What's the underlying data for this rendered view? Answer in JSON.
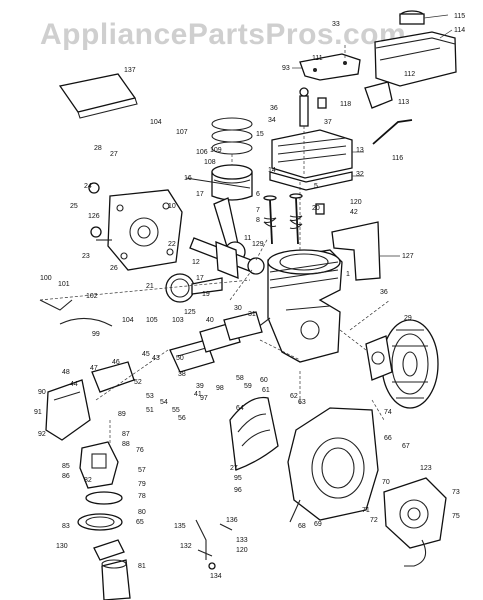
{
  "watermark": "AppliancePartsPros.com",
  "part_labels": [
    {
      "id": "p115",
      "text": "115"
    },
    {
      "id": "p114",
      "text": "114"
    },
    {
      "id": "p33",
      "text": "33"
    },
    {
      "id": "p137",
      "text": "137"
    },
    {
      "id": "p93",
      "text": "93"
    },
    {
      "id": "p111",
      "text": "111"
    },
    {
      "id": "p112",
      "text": "112"
    },
    {
      "id": "p113",
      "text": "113"
    },
    {
      "id": "p36",
      "text": "36"
    },
    {
      "id": "p118",
      "text": "118"
    },
    {
      "id": "p37",
      "text": "37"
    },
    {
      "id": "p34",
      "text": "34"
    },
    {
      "id": "p15",
      "text": "15"
    },
    {
      "id": "p104",
      "text": "104"
    },
    {
      "id": "p107",
      "text": "107"
    },
    {
      "id": "p28",
      "text": "28"
    },
    {
      "id": "p27",
      "text": "27"
    },
    {
      "id": "p106",
      "text": "106"
    },
    {
      "id": "p109",
      "text": "109"
    },
    {
      "id": "p108",
      "text": "108"
    },
    {
      "id": "p14",
      "text": "14"
    },
    {
      "id": "p13",
      "text": "13"
    },
    {
      "id": "p32",
      "text": "32"
    },
    {
      "id": "p116",
      "text": "116"
    },
    {
      "id": "p24",
      "text": "24"
    },
    {
      "id": "p17",
      "text": "17"
    },
    {
      "id": "p16",
      "text": "16"
    },
    {
      "id": "p6",
      "text": "6"
    },
    {
      "id": "p5",
      "text": "5"
    },
    {
      "id": "p120",
      "text": "120"
    },
    {
      "id": "p42",
      "text": "42"
    },
    {
      "id": "p25",
      "text": "25"
    },
    {
      "id": "p126",
      "text": "126"
    },
    {
      "id": "p7",
      "text": "7"
    },
    {
      "id": "p8",
      "text": "8"
    },
    {
      "id": "p20",
      "text": "20"
    },
    {
      "id": "p10",
      "text": "10"
    },
    {
      "id": "p11",
      "text": "11"
    },
    {
      "id": "p129",
      "text": "129"
    },
    {
      "id": "p127",
      "text": "127"
    },
    {
      "id": "p23",
      "text": "23"
    },
    {
      "id": "p22",
      "text": "22"
    },
    {
      "id": "p26",
      "text": "26"
    },
    {
      "id": "p12",
      "text": "12"
    },
    {
      "id": "p1",
      "text": "1"
    },
    {
      "id": "p100",
      "text": "100"
    },
    {
      "id": "p101",
      "text": "101"
    },
    {
      "id": "p102",
      "text": "102"
    },
    {
      "id": "p21",
      "text": "21"
    },
    {
      "id": "p17b",
      "text": "17"
    },
    {
      "id": "p19",
      "text": "19"
    },
    {
      "id": "p30",
      "text": "30"
    },
    {
      "id": "p31",
      "text": "31"
    },
    {
      "id": "p40",
      "text": "40"
    },
    {
      "id": "p104b",
      "text": "104"
    },
    {
      "id": "p105",
      "text": "105"
    },
    {
      "id": "p99",
      "text": "99"
    },
    {
      "id": "p125",
      "text": "125"
    },
    {
      "id": "p103",
      "text": "103"
    },
    {
      "id": "p29",
      "text": "29"
    },
    {
      "id": "p36b",
      "text": "36"
    },
    {
      "id": "p47",
      "text": "47"
    },
    {
      "id": "p46",
      "text": "46"
    },
    {
      "id": "p45",
      "text": "45"
    },
    {
      "id": "p48",
      "text": "48"
    },
    {
      "id": "p44",
      "text": "44"
    },
    {
      "id": "p43",
      "text": "43"
    },
    {
      "id": "p50",
      "text": "50"
    },
    {
      "id": "p52",
      "text": "52"
    },
    {
      "id": "p53",
      "text": "53"
    },
    {
      "id": "p38",
      "text": "38"
    },
    {
      "id": "p39",
      "text": "39"
    },
    {
      "id": "p41",
      "text": "41"
    },
    {
      "id": "p54",
      "text": "54"
    },
    {
      "id": "p55",
      "text": "55"
    },
    {
      "id": "p56",
      "text": "56"
    },
    {
      "id": "p60",
      "text": "60"
    },
    {
      "id": "p61",
      "text": "61"
    },
    {
      "id": "p62",
      "text": "62"
    },
    {
      "id": "p63",
      "text": "63"
    },
    {
      "id": "p90",
      "text": "90"
    },
    {
      "id": "p91",
      "text": "91"
    },
    {
      "id": "p92",
      "text": "92"
    },
    {
      "id": "p51",
      "text": "51"
    },
    {
      "id": "p89",
      "text": "89"
    },
    {
      "id": "p87",
      "text": "87"
    },
    {
      "id": "p88",
      "text": "88"
    },
    {
      "id": "p76",
      "text": "76"
    },
    {
      "id": "p85",
      "text": "85"
    },
    {
      "id": "p86",
      "text": "86"
    },
    {
      "id": "p57",
      "text": "57"
    },
    {
      "id": "p79",
      "text": "79"
    },
    {
      "id": "p78",
      "text": "78"
    },
    {
      "id": "p80",
      "text": "80"
    },
    {
      "id": "p81",
      "text": "81"
    },
    {
      "id": "p83",
      "text": "83"
    },
    {
      "id": "p130",
      "text": "130"
    },
    {
      "id": "p64",
      "text": "64"
    },
    {
      "id": "p65",
      "text": "65"
    },
    {
      "id": "p66",
      "text": "66"
    },
    {
      "id": "p67",
      "text": "67"
    },
    {
      "id": "p70",
      "text": "70"
    },
    {
      "id": "p71",
      "text": "71"
    },
    {
      "id": "p72",
      "text": "72"
    },
    {
      "id": "p73",
      "text": "73"
    },
    {
      "id": "p74",
      "text": "74"
    },
    {
      "id": "p75",
      "text": "75"
    },
    {
      "id": "p123",
      "text": "123"
    },
    {
      "id": "p135",
      "text": "135"
    },
    {
      "id": "p136",
      "text": "136"
    },
    {
      "id": "p133",
      "text": "133"
    },
    {
      "id": "p132",
      "text": "132"
    },
    {
      "id": "p120b",
      "text": "120"
    },
    {
      "id": "p134",
      "text": "134"
    },
    {
      "id": "p95",
      "text": "95"
    },
    {
      "id": "p96",
      "text": "96"
    },
    {
      "id": "p69",
      "text": "69"
    },
    {
      "id": "p27b",
      "text": "27"
    },
    {
      "id": "p68",
      "text": "68"
    },
    {
      "id": "p58",
      "text": "58"
    },
    {
      "id": "p59",
      "text": "59"
    },
    {
      "id": "p97",
      "text": "97"
    },
    {
      "id": "p98",
      "text": "98"
    },
    {
      "id": "p82",
      "text": "82"
    }
  ]
}
